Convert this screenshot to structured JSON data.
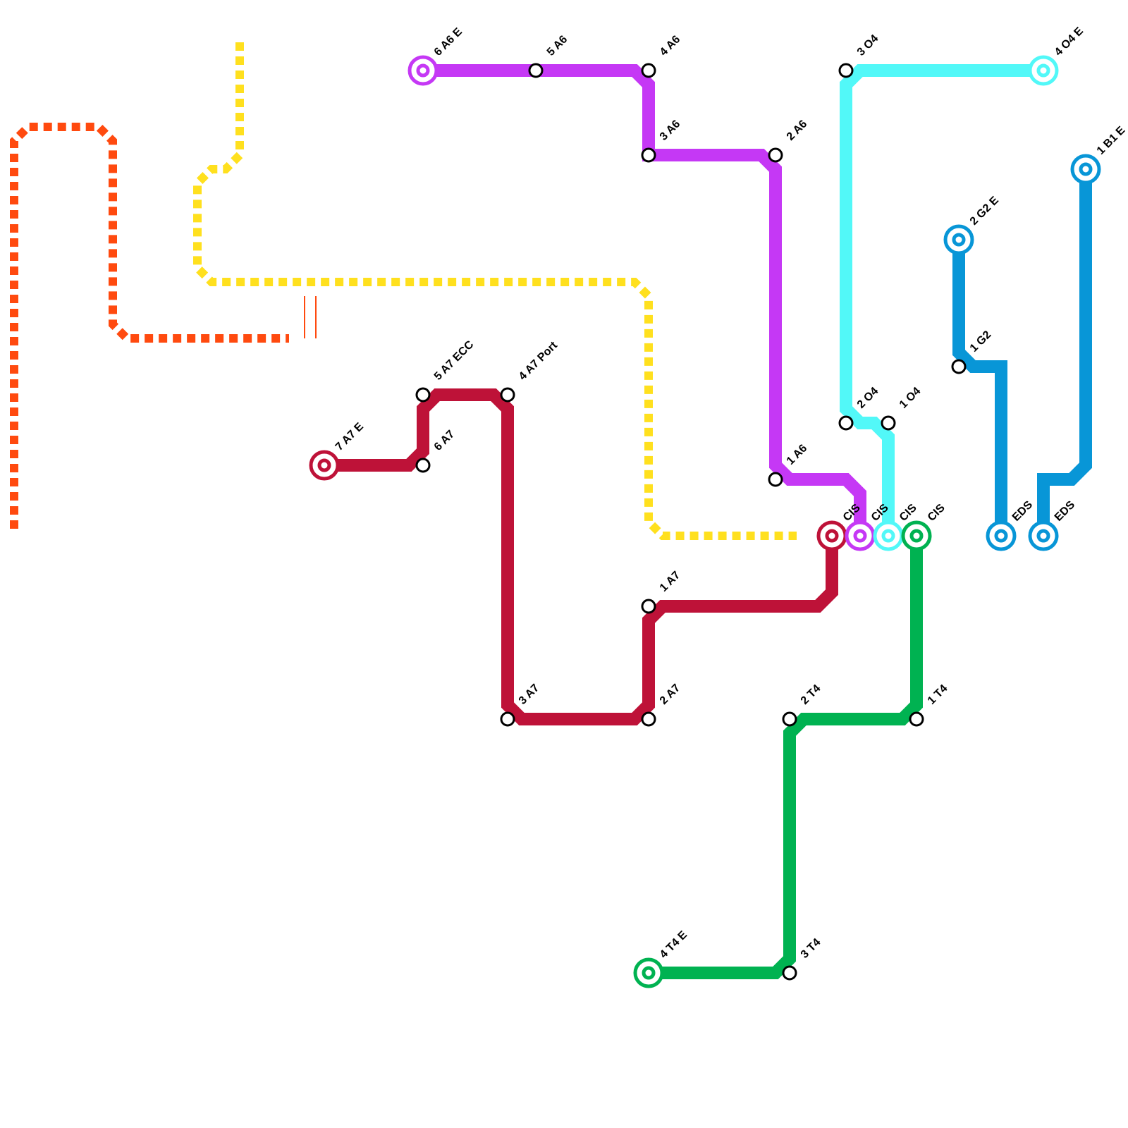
{
  "colors": {
    "A6": "#C538F5",
    "A7": "#BE1238",
    "O4": "#52F8F8",
    "T4": "#00B251",
    "G2": "#0896D7",
    "B1": "#0896D7",
    "orange": "#FF4A0F",
    "yellow": "#FFE01E"
  },
  "labels": {
    "a6_6": "6 A6 E",
    "a6_5": "5 A6",
    "a6_4": "4 A6",
    "a6_3": "3 A6",
    "a6_2": "2 A6",
    "a6_1": "1 A6",
    "o4_3": "3 O4",
    "o4_4": "4 O4 E",
    "o4_2": "2 O4",
    "o4_1": "1 O4",
    "b1_1": "1 B1 E",
    "g2_2": "2 G2 E",
    "g2_1": "1 G2",
    "a7_7": "7 A7 E",
    "a7_5": "5 A7 ECC",
    "a7_4": "4 A7 Port",
    "a7_6": "6 A7",
    "a7_3": "3 A7",
    "a7_2": "2 A7",
    "a7_1": "1 A7",
    "cis_a7": "CIS",
    "cis_a6": "CIS",
    "cis_o4": "CIS",
    "cis_t4": "CIS",
    "eds_g2": "EDS",
    "eds_b1": "EDS",
    "t4_2": "2 T4",
    "t4_1": "1 T4",
    "t4_4": "4 T4 E",
    "t4_3": "3 T4"
  }
}
